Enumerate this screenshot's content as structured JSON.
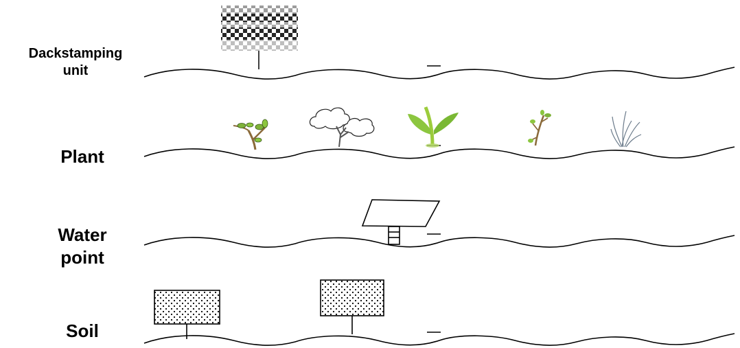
{
  "rows": [
    {
      "id": "dackstamping",
      "label_lines": [
        "Dackstamping",
        "unit"
      ]
    },
    {
      "id": "plant",
      "label_lines": [
        "Plant"
      ]
    },
    {
      "id": "water",
      "label_lines": [
        "Water",
        "point"
      ]
    },
    {
      "id": "soil",
      "label_lines": [
        "Soil"
      ]
    }
  ],
  "icons": {
    "dackstamping": [
      "checkered-pattern-icon"
    ],
    "plant": [
      "sprout-icon",
      "cloud-tree-icon",
      "green-leaf-sprout-icon",
      "twig-icon",
      "grass-tuft-icon"
    ],
    "water": [
      "panel-on-stand-icon"
    ],
    "soil": [
      "dotted-soil-sign-icon",
      "dotted-soil-sign-icon"
    ]
  },
  "colors": {
    "line": "#000000",
    "leaf_green": "#8cc63f",
    "stem_brown": "#8a6a3a"
  }
}
